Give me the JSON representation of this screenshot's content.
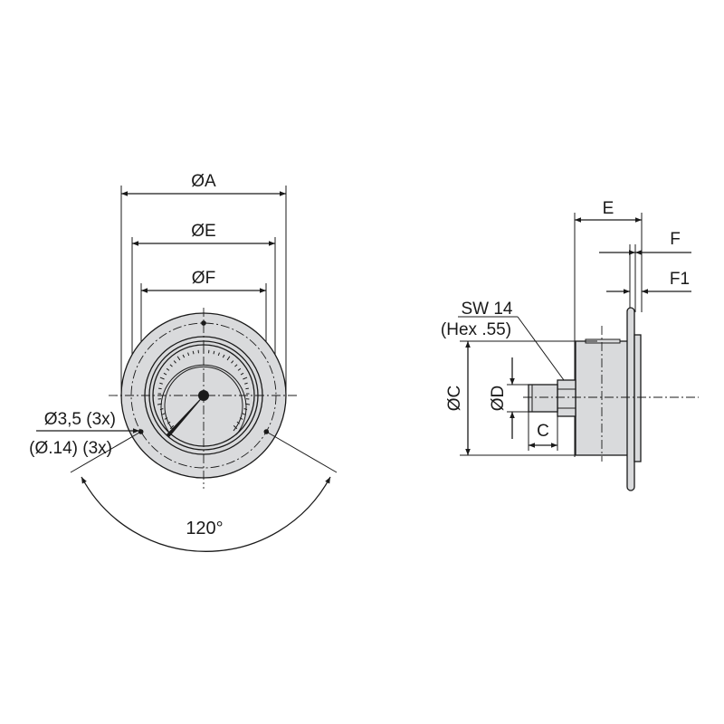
{
  "drawing": {
    "title": "Pressure gauge dimensional drawing",
    "colors": {
      "line": "#1a1a1a",
      "fill": "#d9dadc",
      "background": "#ffffff"
    }
  },
  "front_view": {
    "dimensions": {
      "outer_diameter": "ØA",
      "bezel_diameter": "ØE",
      "dial_diameter": "ØF"
    },
    "mounting_hole": {
      "metric": "Ø3,5 (3x)",
      "imperial": "(Ø.14) (3x)"
    },
    "hole_angle": "120°"
  },
  "side_view": {
    "dimensions": {
      "depth": "E",
      "flange_thickness": "F",
      "flange_offset": "F1",
      "case_diameter": "ØC",
      "thread_diameter": "ØD",
      "thread_length": "C"
    },
    "wrench_size": {
      "metric": "SW 14",
      "imperial": "(Hex .55)"
    }
  }
}
